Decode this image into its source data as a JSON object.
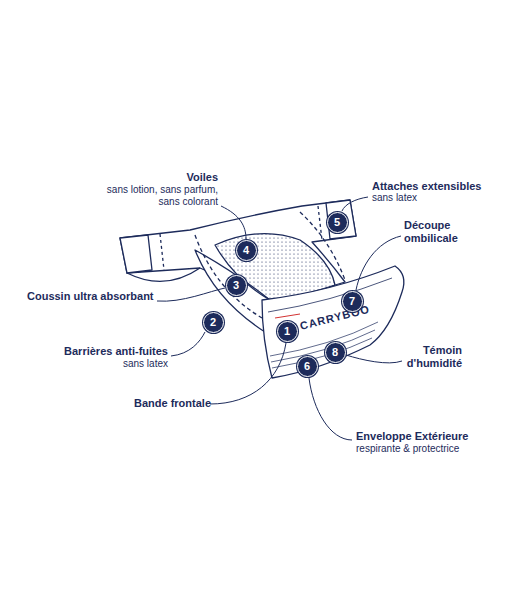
{
  "diagram": {
    "nodes": [
      {
        "text": [
          "1"
        ]
      },
      {
        "text": [
          "2"
        ]
      },
      {
        "text": [
          "3"
        ]
      },
      {
        "text": [
          "4"
        ]
      },
      {
        "text": [
          "5"
        ]
      },
      {
        "text": [
          "6"
        ]
      },
      {
        "text": [
          "7"
        ]
      },
      {
        "text": [
          "8"
        ]
      }
    ],
    "labels": [
      "Voiles",
      "sans lotion, sans parfum, sans colorant",
      "Attaches extensibles",
      "sans latex",
      "Découpe ombilicale",
      "Coussin ultra absorbant",
      "Barrières anti-fuites",
      "sans latex",
      "Témoin d'humidité",
      "Bande frontale",
      "Enveloppe Extérieure",
      "respirante & protectrice",
      "CARRYBOO"
    ]
  }
}
